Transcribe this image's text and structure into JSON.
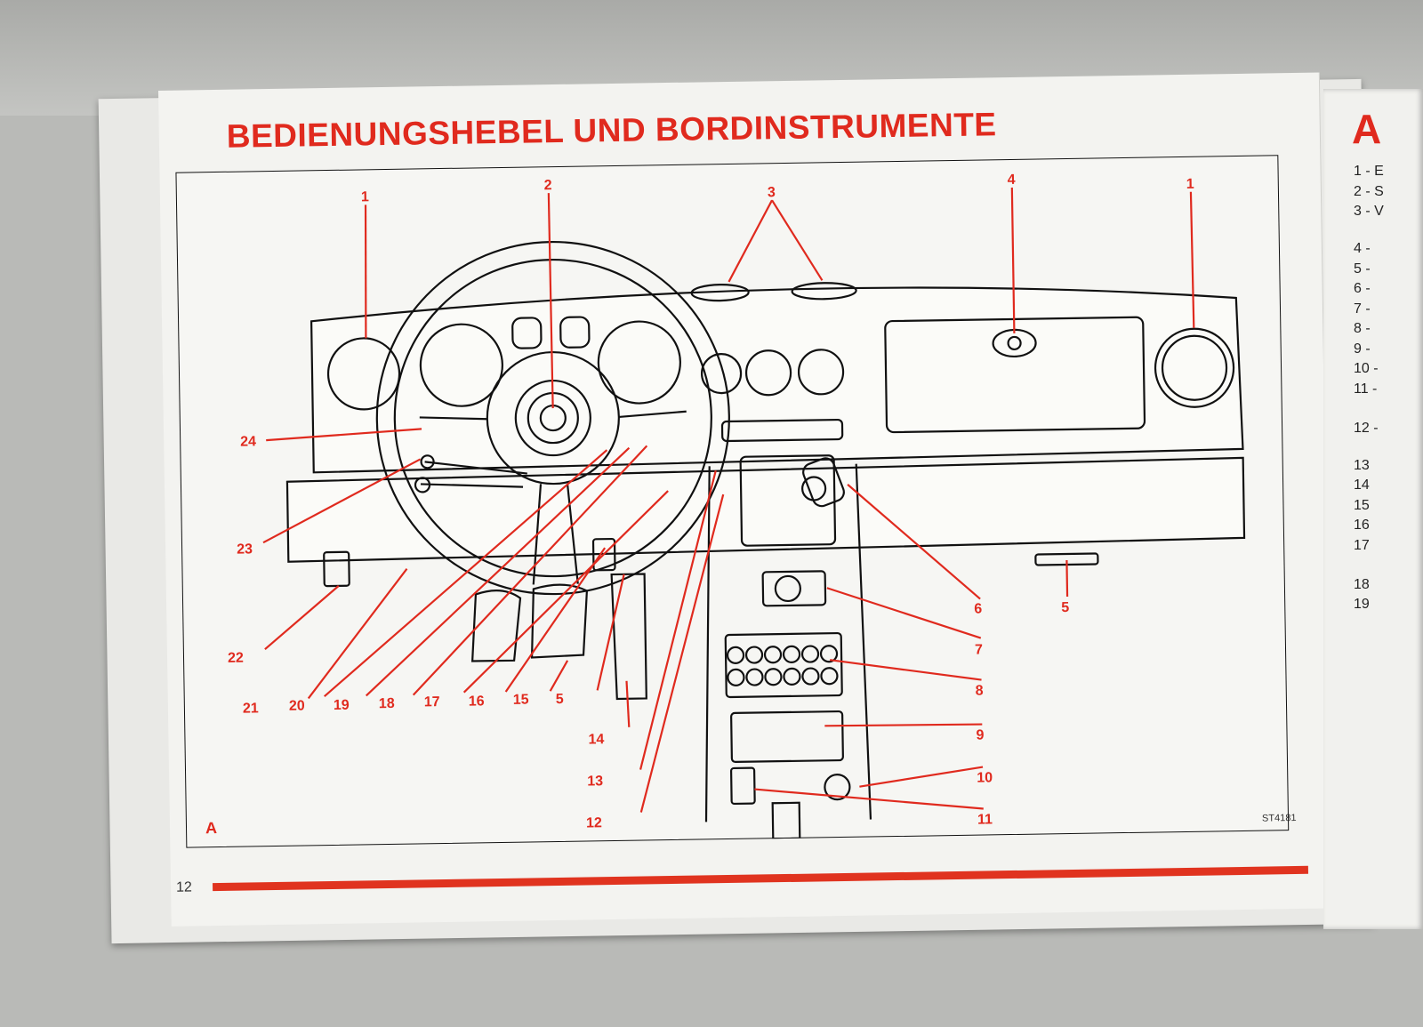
{
  "page": {
    "title": "BEDIENUNGSHEBEL UND BORDINSTRUMENTE",
    "page_number": "12",
    "figure_letter": "A",
    "figure_code": "ST4181"
  },
  "diagram": {
    "callouts": [
      "1",
      "2",
      "3",
      "4",
      "1",
      "24",
      "23",
      "22",
      "21",
      "20",
      "19",
      "18",
      "17",
      "16",
      "15",
      "5",
      "14",
      "13",
      "12",
      "6",
      "7",
      "8",
      "9",
      "10",
      "11",
      "5"
    ]
  },
  "right_page": {
    "letter": "A",
    "list": [
      "1 - E",
      "2 - S",
      "3 - V",
      "4 -",
      "5 -",
      "6 -",
      "7 -",
      "8 -",
      "9 -",
      "10 -",
      "11 -",
      "12 -",
      "13",
      "14",
      "15",
      "16",
      "17",
      "18",
      "19"
    ]
  },
  "colors": {
    "accent": "#e02a1e",
    "ink": "#111111",
    "paper": "#f3f3f0"
  }
}
